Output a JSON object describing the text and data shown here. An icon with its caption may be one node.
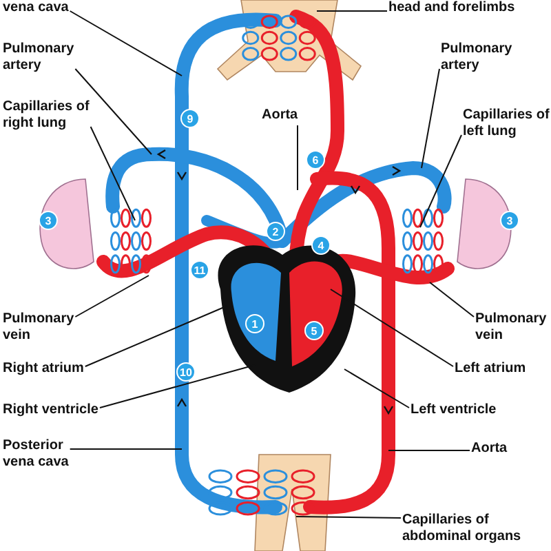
{
  "diagram": {
    "nodes": [
      {
        "text": [
          "vena cava"
        ]
      },
      {
        "text": [
          "head and forelimbs"
        ]
      },
      {
        "text": [
          "Pulmonary artery"
        ]
      },
      {
        "text": [
          "Pulmonary artery"
        ]
      },
      {
        "text": [
          "Capillaries of right lung"
        ]
      },
      {
        "text": [
          "Capillaries of left lung"
        ]
      },
      {
        "text": [
          "Aorta"
        ]
      },
      {
        "text": [
          "Pulmonary vein"
        ]
      },
      {
        "text": [
          "Pulmonary vein"
        ]
      },
      {
        "text": [
          "Right atrium"
        ]
      },
      {
        "text": [
          "Left atrium"
        ]
      },
      {
        "text": [
          "Right ventricle"
        ]
      },
      {
        "text": [
          "Left ventricle"
        ]
      },
      {
        "text": [
          "Posterior vena cava"
        ]
      },
      {
        "text": [
          "Aorta"
        ]
      },
      {
        "text": [
          "Capillaries of abdominal organs"
        ]
      }
    ],
    "edges": [
      {
        "from": 0,
        "to": null,
        "arrow": "none"
      },
      {
        "from": 1,
        "to": null,
        "arrow": "none"
      },
      {
        "from": 2,
        "to": null,
        "arrow": "none"
      },
      {
        "from": 3,
        "to": null,
        "arrow": "none"
      },
      {
        "from": 4,
        "to": null,
        "arrow": "none"
      },
      {
        "from": 5,
        "to": null,
        "arrow": "none"
      },
      {
        "from": 6,
        "to": null,
        "arrow": "none"
      },
      {
        "from": 7,
        "to": null,
        "arrow": "none"
      },
      {
        "from": 8,
        "to": null,
        "arrow": "none"
      },
      {
        "from": 9,
        "to": null,
        "arrow": "none"
      },
      {
        "from": 10,
        "to": null,
        "arrow": "none"
      },
      {
        "from": 11,
        "to": null,
        "arrow": "none"
      },
      {
        "from": 12,
        "to": null,
        "arrow": "none"
      },
      {
        "from": 13,
        "to": null,
        "arrow": "none"
      },
      {
        "from": 14,
        "to": null,
        "arrow": "none"
      },
      {
        "from": 15,
        "to": null,
        "arrow": "none"
      }
    ],
    "labels": [
      "9",
      "6",
      "3",
      "2",
      "3",
      "4",
      "11",
      "5",
      "1",
      "10"
    ]
  }
}
